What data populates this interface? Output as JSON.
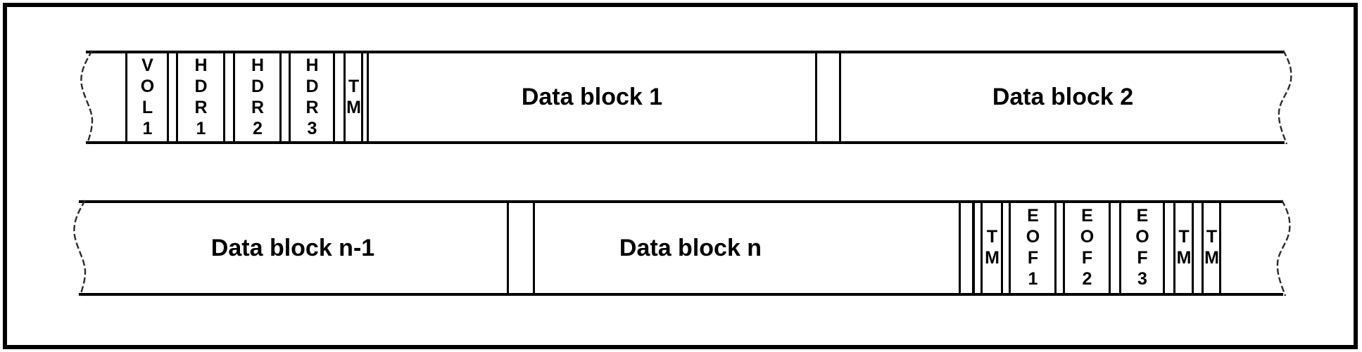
{
  "colors": {
    "ink": "#000000",
    "paper": "#ffffff"
  },
  "tape_start": {
    "segments": [
      {
        "kind": "leader",
        "label": ""
      },
      {
        "kind": "header-block",
        "label": "VOL1"
      },
      {
        "kind": "gap",
        "label": ""
      },
      {
        "kind": "header-block",
        "label": "HDR1"
      },
      {
        "kind": "gap",
        "label": ""
      },
      {
        "kind": "header-block",
        "label": "HDR2"
      },
      {
        "kind": "gap",
        "label": ""
      },
      {
        "kind": "header-block",
        "label": "HDR3"
      },
      {
        "kind": "gap",
        "label": ""
      },
      {
        "kind": "tape-mark",
        "label": "TM"
      },
      {
        "kind": "gap",
        "label": ""
      },
      {
        "kind": "data-block",
        "label": "Data block 1"
      },
      {
        "kind": "gap",
        "label": ""
      },
      {
        "kind": "data-block",
        "label": "Data block 2"
      }
    ]
  },
  "tape_end": {
    "segments": [
      {
        "kind": "data-block",
        "label": "Data block n-1"
      },
      {
        "kind": "gap",
        "label": ""
      },
      {
        "kind": "data-block",
        "label": "Data block n"
      },
      {
        "kind": "gap",
        "label": ""
      },
      {
        "kind": "divider-line",
        "label": ""
      },
      {
        "kind": "gap",
        "label": ""
      },
      {
        "kind": "tape-mark",
        "label": "TM"
      },
      {
        "kind": "gap",
        "label": ""
      },
      {
        "kind": "trailer-block",
        "label": "EOF1"
      },
      {
        "kind": "gap",
        "label": ""
      },
      {
        "kind": "trailer-block",
        "label": "EOF2"
      },
      {
        "kind": "gap",
        "label": ""
      },
      {
        "kind": "trailer-block",
        "label": "EOF3"
      },
      {
        "kind": "gap",
        "label": ""
      },
      {
        "kind": "tape-mark",
        "label": "TM"
      },
      {
        "kind": "gap",
        "label": ""
      },
      {
        "kind": "tape-mark",
        "label": "TM"
      },
      {
        "kind": "trailer",
        "label": ""
      }
    ]
  }
}
